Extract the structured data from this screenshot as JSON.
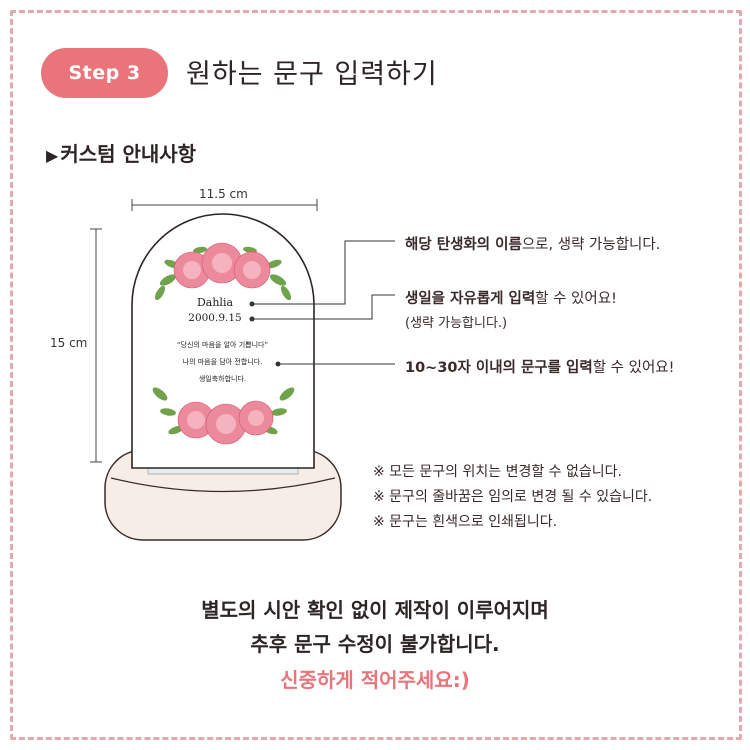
{
  "step": {
    "badge": "Step 3",
    "title": "원하는 문구 입력하기"
  },
  "section": {
    "marker": "▶",
    "title": "커스텀 안내사항"
  },
  "dimensions": {
    "width": "11.5 cm",
    "height": "15 cm"
  },
  "plaque": {
    "flower": "Dahlia",
    "date": "2000.9.15",
    "message": [
      "“당신의 마음을 알아 기쁩니다”",
      "나의 마음을 담아 전합니다.",
      "생일축하합니다."
    ]
  },
  "notes": {
    "flower_name": {
      "bold": "해당 탄생화의 이름",
      "rest": "으로, 생략 가능합니다."
    },
    "birthday": {
      "bold": "생일을 자유롭게 입력",
      "rest": "할 수 있어요!",
      "sub": "(생략 가능합니다.)"
    },
    "message": {
      "bold": "10~30자 이내의 문구를 입력",
      "rest": "할 수 있어요!"
    }
  },
  "bullets": [
    "※ 모든 문구의 위치는 변경할 수 없습니다.",
    "※ 문구의 줄바꿈은 임의로 변경 될 수 있습니다.",
    "※ 문구는 흰색으로 인쇄됩니다."
  ],
  "bottom": {
    "line1": "별도의 시안 확인 없이 제작이 이루어지며",
    "line2": "추후 문구 수정이 불가합니다.",
    "line3": "신중하게 적어주세요:)"
  },
  "colors": {
    "accent": "#e9747a",
    "frame": "#e3a9ad",
    "text": "#2d2424",
    "leaf": "#6fa24a",
    "petal": "#e97b90"
  }
}
